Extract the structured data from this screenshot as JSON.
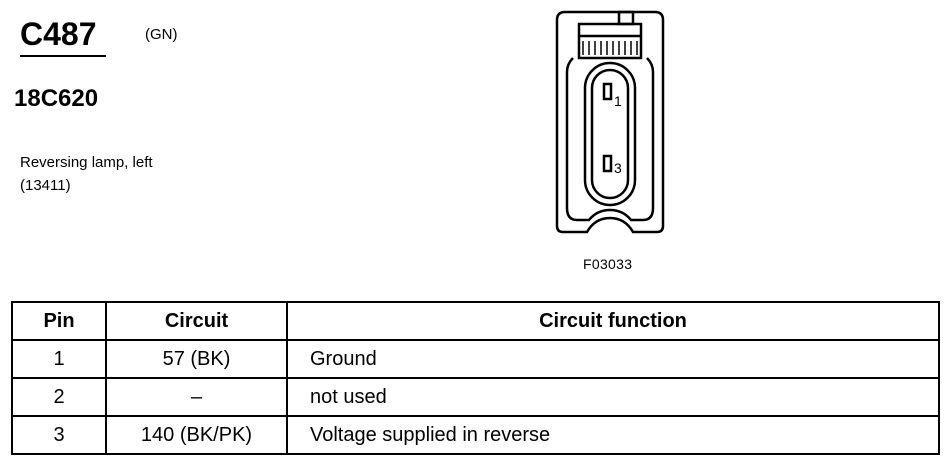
{
  "header": {
    "connector_id": "C487",
    "color_code": "(GN)",
    "part_number": "18C620",
    "description_line1": "Reversing lamp, left",
    "description_line2": "(13411)"
  },
  "diagram": {
    "pin_label_1": "1",
    "pin_label_3": "3",
    "figure_ref": "F03033"
  },
  "table": {
    "headers": [
      "Pin",
      "Circuit",
      "Circuit function"
    ],
    "rows": [
      {
        "pin": "1",
        "circuit": "57 (BK)",
        "function": "Ground"
      },
      {
        "pin": "2",
        "circuit": "–",
        "function": "not used"
      },
      {
        "pin": "3",
        "circuit": "140 (BK/PK)",
        "function": "Voltage supplied in reverse"
      }
    ]
  }
}
